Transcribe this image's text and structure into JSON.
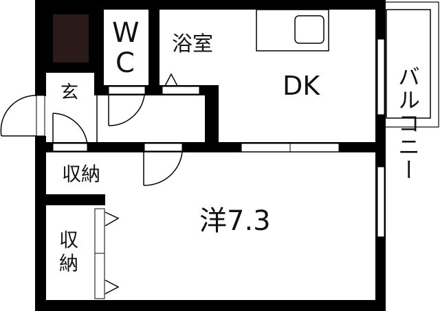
{
  "floor_plan": {
    "rooms": {
      "wc": {
        "label": "WC",
        "line1": "W",
        "line2": "C"
      },
      "bath": {
        "label": "浴室"
      },
      "entrance": {
        "label": "玄"
      },
      "dk": {
        "label": "DK"
      },
      "balcony": {
        "label": "バルコニー"
      },
      "storage_upper": {
        "label": "収納"
      },
      "storage_lower": {
        "label": "収納",
        "line1": "収",
        "line2": "納"
      },
      "western_room": {
        "label": "洋7.3"
      }
    },
    "colors": {
      "wall": "#000000",
      "background": "#ffffff",
      "shaft": "#2a1a1a"
    }
  }
}
